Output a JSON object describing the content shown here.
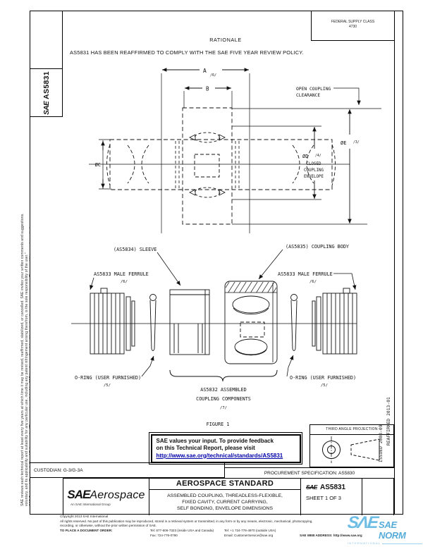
{
  "left_margin": {
    "disclaimer_line1": "SAE Technical Standards Board Rules provide: \"This report is published by SAE to advance the state of technical and engineering sciences. The use of this report is entirely",
    "disclaimer_line2": "voluntary, and its applicability and suitability for any particular use, including any patent infringement arising therefrom, is the sole responsibility of the user.\"",
    "disclaimer_line3": "SAE reviews each technical report at least every five years at which time it may be revised, reaffirmed, stabilized, or cancelled. SAE invites your written comments and suggestions."
  },
  "corner": {
    "sae": "SAE",
    "doc": "AS5831"
  },
  "header": {
    "fsc_line1": "FEDERAL SUPPLY CLASS",
    "fsc_line2": "4730",
    "rationale_title": "RATIONALE",
    "rationale_body": "AS5831 HAS BEEN REAFFIRMED TO COMPLY WITH THE SAE FIVE YEAR REVIEW POLICY."
  },
  "figure": {
    "dim_a": "A",
    "dim_a_note": "/6/",
    "dim_b": "B",
    "dim_c": "ØC",
    "dim_d": "ØD",
    "dim_d_note": "/4/",
    "closed_1": "CLOSED",
    "closed_2": "COUPLING",
    "closed_3": "ENVELOPE",
    "dim_e": "ØE",
    "dim_e_note": "/3/",
    "open_1": "OPEN COUPLING",
    "open_2": "CLEARANCE",
    "sleeve": "(AS5834) SLEEVE",
    "body": "(AS5835) COUPLING BODY",
    "ferrule": "AS5833 MALE FERRULE",
    "ferrule_note": "/6/",
    "oring": "O-RING (USER FURNISHED)",
    "oring_note": "/5/",
    "assembled_1": "AS5832 ASSEMBLED",
    "assembled_2": "COUPLING COMPONENTS",
    "assembled_note": "/7/",
    "caption": "FIGURE 1"
  },
  "feedback": {
    "line1": "SAE values your input. To provide feedback",
    "line2": "on this Technical Report, please visit",
    "link": "http://www.sae.org/technical/standards/AS5831"
  },
  "projection": {
    "title": "THIRD ANGLE PROJECTION"
  },
  "revision": {
    "issued": "ISSUED 2008-09",
    "reaffirmed": "REAFFIRMED 2013-01"
  },
  "titleblock": {
    "custodian": "CUSTODIAN: G-3/G-3A",
    "procurement": "PROCUREMENT SPECIFICATION: AS5830",
    "logo_sae": "SAE",
    "logo_aerospace": "Aerospace",
    "logo_sub": "An SAE International Group",
    "standard_heading": "AEROSPACE STANDARD",
    "title_line1": "ASSEMBLED COUPLING, THREADLESS-FLEXIBLE,",
    "title_line2": "FIXED CAVITY, CURRENT CARRYING,",
    "title_line3": "SELF BONDING, ENVELOPE DIMENSIONS",
    "doc_sae": "SAE",
    "doc_number": "AS5831",
    "sheet": "SHEET 1 OF 3"
  },
  "footer": {
    "copyright": "Copyright 2013 SAE International",
    "rights_1": "All rights reserved. No part of this publication may be reproduced, stored in a retrieval system or transmitted, in any form or by any means, electronic, mechanical, photocopying,",
    "rights_2": "recording, or otherwise, without the prior written permission of SAE.",
    "order_label": "TO PLACE A DOCUMENT ORDER:",
    "tel_inside": "Tel: 877-606-7323 (inside USA and Canada)",
    "tel_outside": "Tel: +1 724-776-4970 (outside USA)",
    "fax": "Fax: 724-776-0790",
    "email": "Email: CustomerService@sae.org",
    "web": "SAE WEB ADDRESS: http://www.sae.org"
  },
  "watermark": {
    "logo": "SΛE",
    "name": "SAE NORM",
    "sub": "INTERNATIONAL"
  }
}
